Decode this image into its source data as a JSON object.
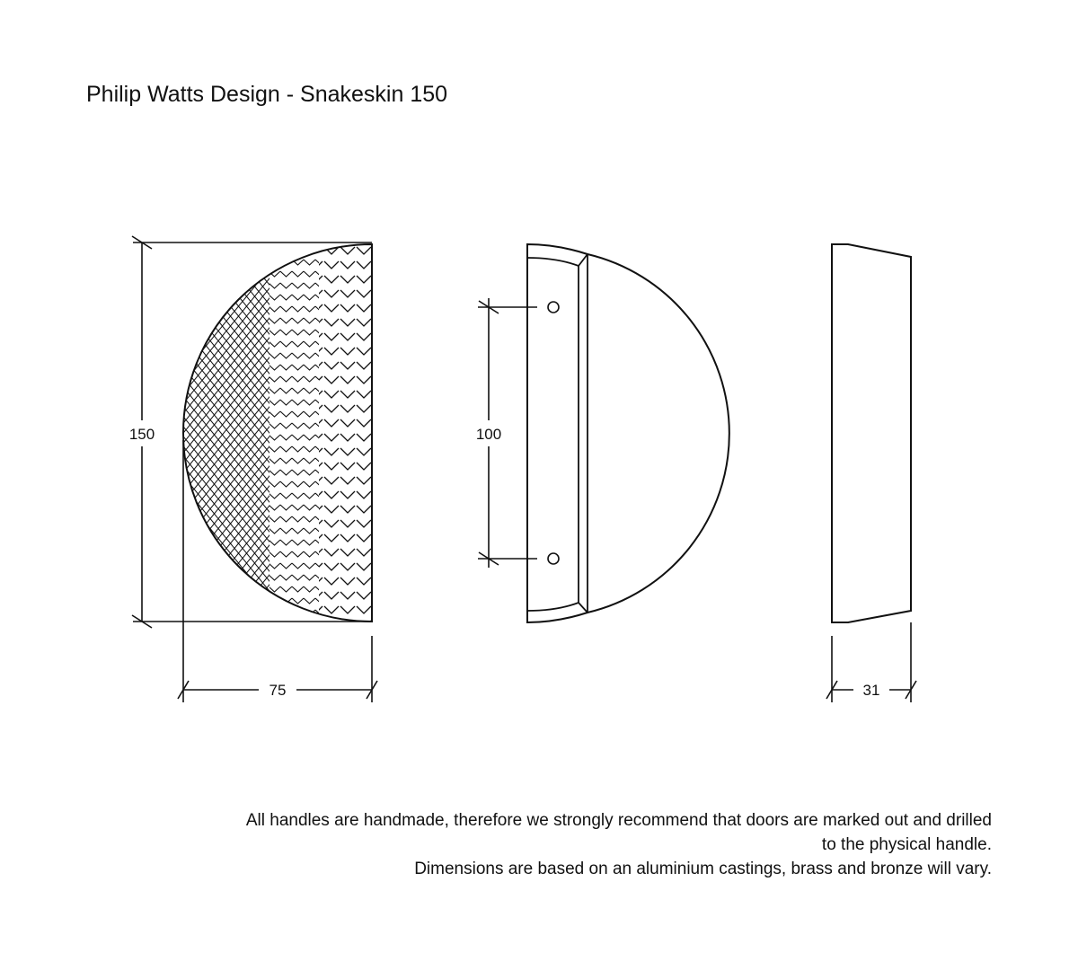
{
  "title": "Philip Watts Design - Snakeskin 150",
  "views": {
    "front": {
      "height_label": "150",
      "width_label": "75"
    },
    "back": {
      "fixing_centres_label": "100"
    },
    "side": {
      "depth_label": "31"
    }
  },
  "notes": {
    "line1": "All handles are handmade, therefore we strongly recommend that doors are marked out and drilled",
    "line2": "to the physical handle.",
    "line3": "Dimensions are based on an aluminium castings, brass and bronze will vary."
  }
}
